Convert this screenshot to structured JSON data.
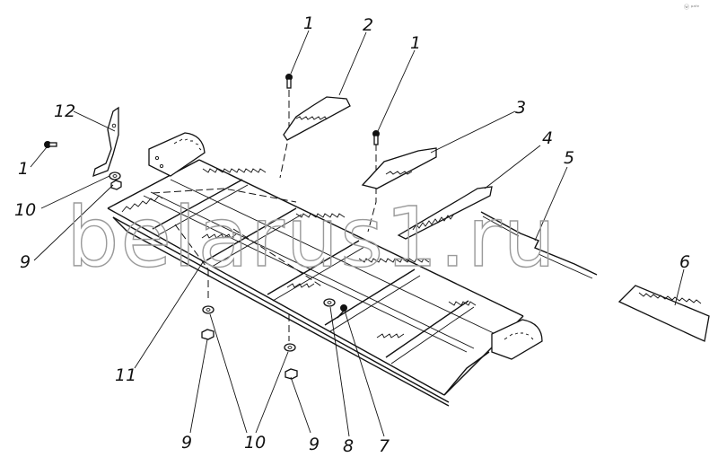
{
  "watermark": "belarus1.ru",
  "corner_mark": "ⓦ ᵖᵃᶠᵉ",
  "callouts": {
    "c1a": "1",
    "c1b": "1",
    "c1c": "1",
    "c2": "2",
    "c3": "3",
    "c4": "4",
    "c5": "5",
    "c6": "6",
    "c7": "7",
    "c8": "8",
    "c9a": "9",
    "c9b": "9",
    "c9c": "9",
    "c10a": "10",
    "c10b": "10",
    "c11": "11",
    "c12": "12"
  }
}
